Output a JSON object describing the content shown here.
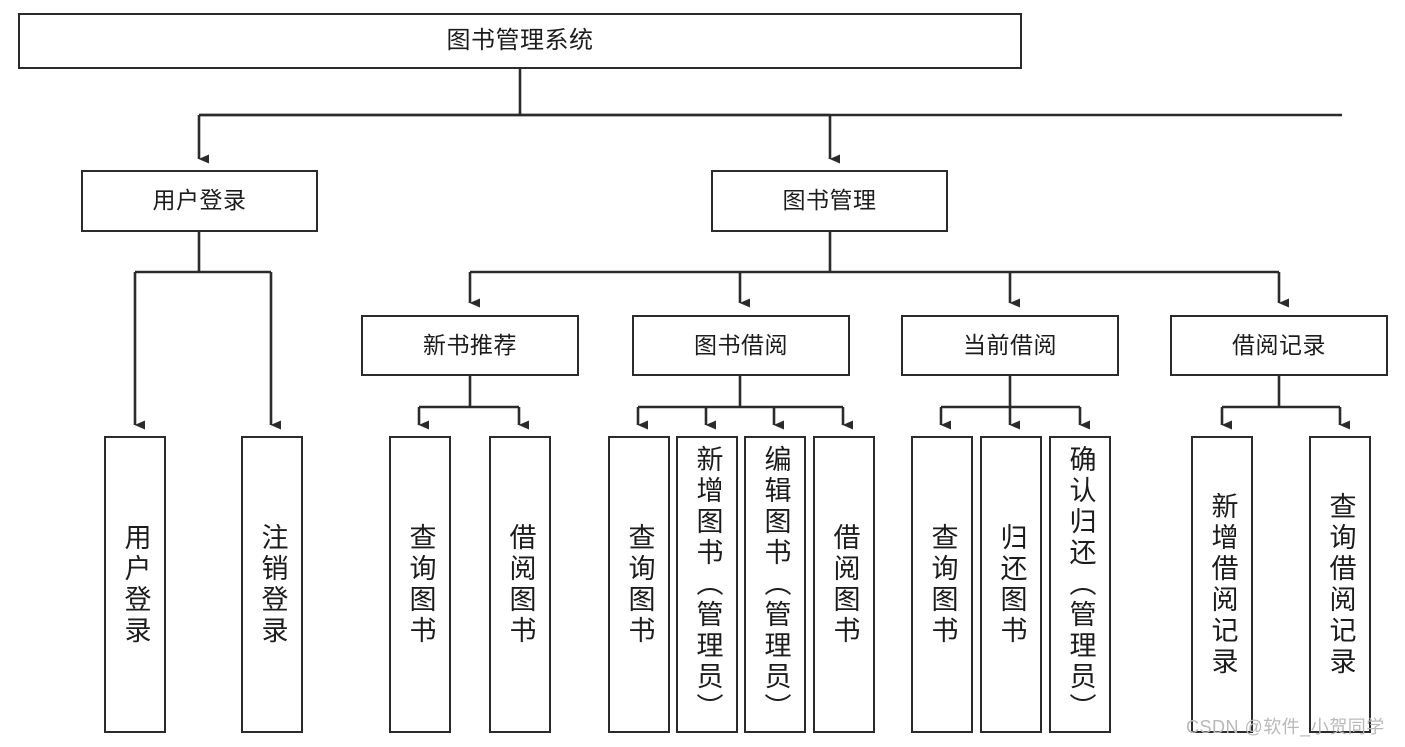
{
  "diagram": {
    "type": "tree-hierarchy",
    "title": "图书管理系统",
    "orientation": "top-down",
    "colors": {
      "box_border": "#2b2b2b",
      "box_fill": "#ffffff",
      "connector": "#2b2b2b",
      "text": "#1c1c1c",
      "watermark": "#b9b9b9"
    },
    "root": {
      "label": "图书管理系统"
    },
    "level2": [
      {
        "label": "用户登录"
      },
      {
        "label": "图书管理"
      }
    ],
    "level3": [
      {
        "label": "新书推荐"
      },
      {
        "label": "图书借阅"
      },
      {
        "label": "当前借阅"
      },
      {
        "label": "借阅记录"
      }
    ],
    "leaves": {
      "user_login": [
        {
          "label": "用户登录"
        },
        {
          "label": "注销登录"
        }
      ],
      "new_book_recommend": [
        {
          "label": "查询图书"
        },
        {
          "label": "借阅图书"
        }
      ],
      "book_borrow": [
        {
          "label": "查询图书"
        },
        {
          "label": "新增图书（管理员）"
        },
        {
          "label": "编辑图书（管理员）"
        },
        {
          "label": "借阅图书"
        }
      ],
      "current_borrow": [
        {
          "label": "查询图书"
        },
        {
          "label": "归还图书"
        },
        {
          "label": "确认归还（管理员）"
        }
      ],
      "borrow_record": [
        {
          "label": "新增借阅记录"
        },
        {
          "label": "查询借阅记录"
        }
      ]
    },
    "watermark": "CSDN @软件_小贺同学"
  }
}
